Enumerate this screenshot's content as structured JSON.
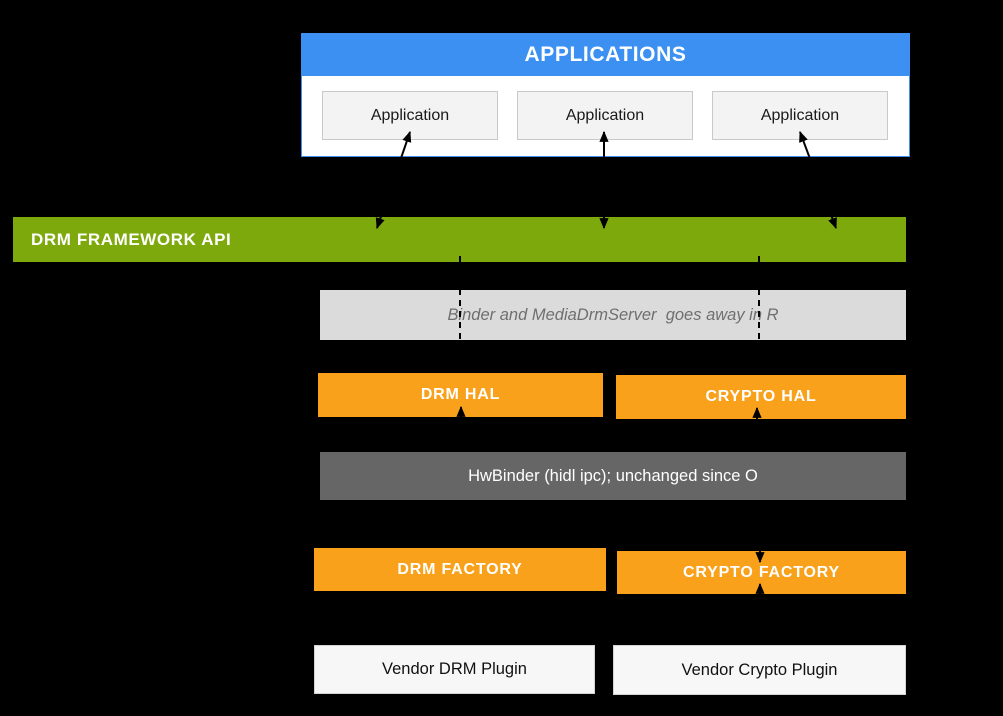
{
  "diagram": {
    "title_hint": "Android DRM architecture layers",
    "applications_panel": {
      "header": "APPLICATIONS",
      "items": [
        "Application",
        "Application",
        "Application"
      ]
    },
    "framework_bar": {
      "label": "DRM FRAMEWORK API"
    },
    "binder_note": {
      "label": "Binder and MediaDrmServer  goes away in R"
    },
    "hal_row": {
      "drm": "DRM HAL",
      "crypto": "CRYPTO HAL"
    },
    "hwbinder": {
      "label": "HwBinder (hidl ipc); unchanged since O"
    },
    "factory_row": {
      "drm": "DRM FACTORY",
      "crypto": "CRYPTO FACTORY"
    },
    "vendor_row": {
      "drm": "Vendor DRM Plugin",
      "crypto": "Vendor Crypto Plugin"
    },
    "connectors": {
      "apps_to_framework_double_arrows": 3,
      "dashed_lines_through_binder_note": 2,
      "hal_to_hwbinder_up_arrows": 2,
      "hwbinder_to_crypto_factory_down_arrow": 1,
      "vendor_to_crypto_factory_up_arrow": 1
    },
    "colors": {
      "background": "#000000",
      "applications_blue": "#3b90f2",
      "framework_green": "#7da90c",
      "hal_orange": "#f9a11b",
      "binder_note_gray": "#dbdbdb",
      "hwbinder_gray": "#666666",
      "plugin_box_white": "#f7f7f7",
      "arrow_black": "#000000"
    }
  }
}
